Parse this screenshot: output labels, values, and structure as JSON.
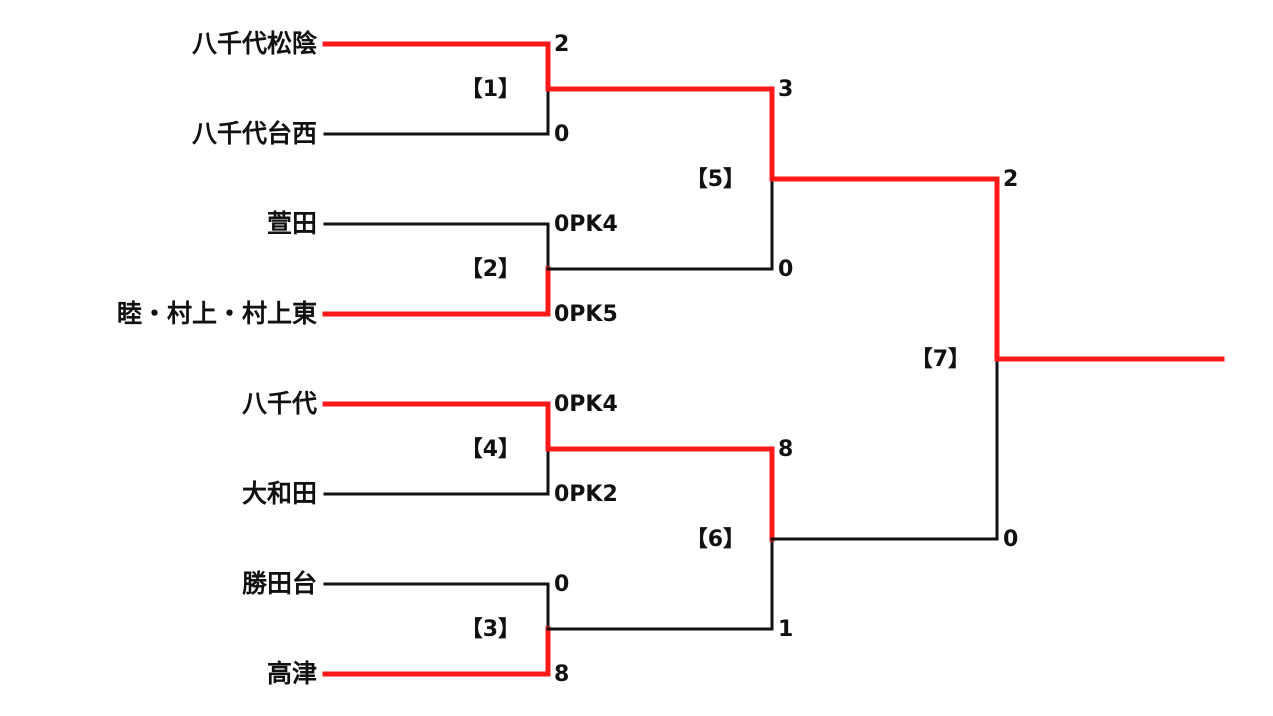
{
  "colors": {
    "winner_line": "#ff1a1a",
    "loser_line": "#111111"
  },
  "teams": [
    "八千代松陰",
    "八千代台西",
    "萱田",
    "睦・村上・村上東",
    "八千代",
    "大和田",
    "勝田台",
    "高津"
  ],
  "matches": [
    {
      "id": "1",
      "label": "【1】",
      "top_score": "2",
      "bottom_score": "0",
      "winner": "top"
    },
    {
      "id": "2",
      "label": "【2】",
      "top_score": "0PK4",
      "bottom_score": "0PK5",
      "winner": "bottom"
    },
    {
      "id": "4",
      "label": "【4】",
      "top_score": "0PK4",
      "bottom_score": "0PK2",
      "winner": "top"
    },
    {
      "id": "3",
      "label": "【3】",
      "top_score": "0",
      "bottom_score": "8",
      "winner": "bottom"
    },
    {
      "id": "5",
      "label": "【5】",
      "top_score": "3",
      "bottom_score": "0",
      "winner": "top"
    },
    {
      "id": "6",
      "label": "【6】",
      "top_score": "8",
      "bottom_score": "1",
      "winner": "top"
    },
    {
      "id": "7",
      "label": "【7】",
      "top_score": "2",
      "bottom_score": "0",
      "winner": "top"
    }
  ]
}
